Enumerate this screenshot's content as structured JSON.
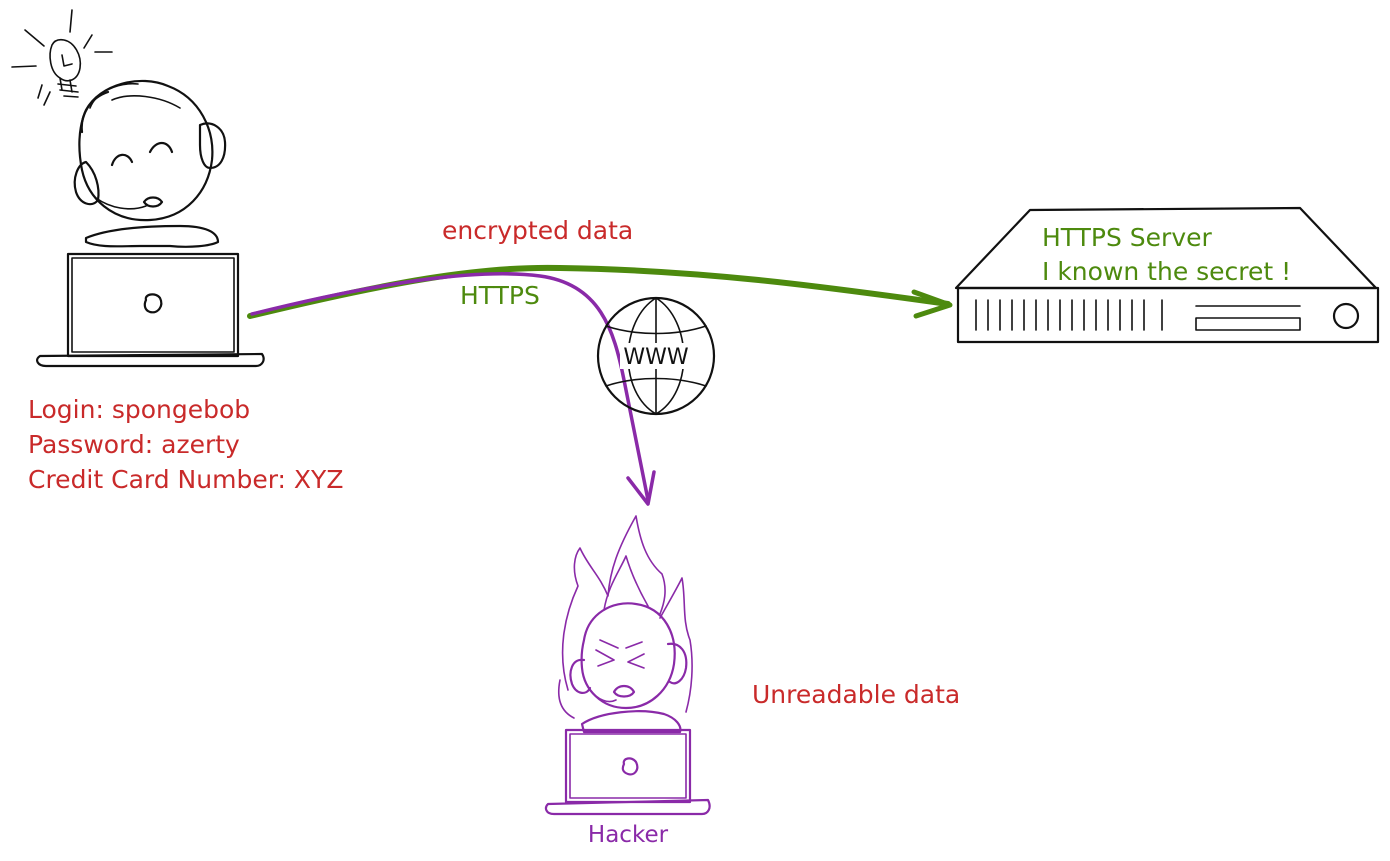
{
  "user": {
    "credentials": [
      "Login: spongebob",
      "Password: azerty",
      "Credit Card Number: XYZ"
    ]
  },
  "connection": {
    "label_top": "encrypted data",
    "label_protocol": "HTTPS",
    "internet_label": "WWW"
  },
  "server": {
    "title": "HTTPS Server",
    "subtitle": "I known the secret !"
  },
  "hacker": {
    "status": "Unreadable data",
    "label": "Hacker"
  },
  "colors": {
    "red_text": "#c92a2a",
    "green": "#4d8a0e",
    "purple": "#8a2aa8",
    "ink": "#111111"
  },
  "icons": [
    "lightbulb-icon",
    "user-headset-icon",
    "laptop-icon",
    "globe-www-icon",
    "server-rack-icon",
    "angry-hacker-icon",
    "flames-icon"
  ]
}
